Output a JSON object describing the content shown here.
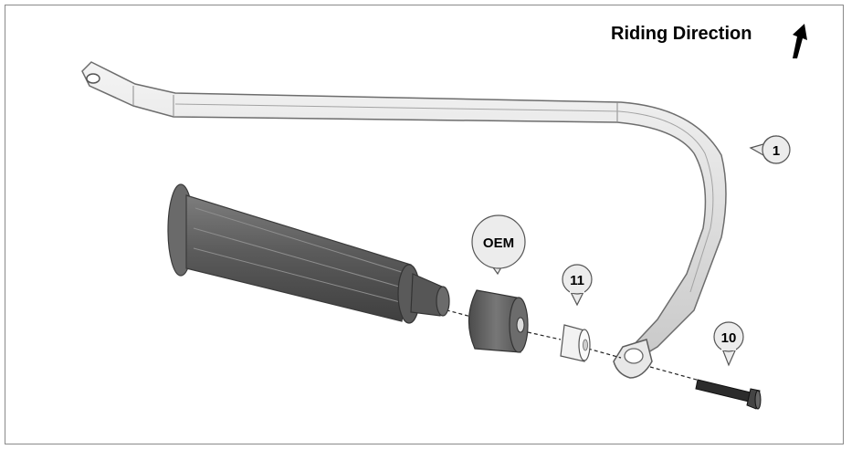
{
  "heading": {
    "text": "Riding Direction"
  },
  "callouts": {
    "part1": "1",
    "oem": "OEM",
    "part11": "11",
    "part10": "10"
  },
  "icons": {
    "direction": "arrow-up-icon"
  },
  "colors": {
    "bar_light": "#e6e6e6",
    "bar_edge": "#6d6d6d",
    "grip_dark": "#5f5f5f",
    "bubble_fill": "#ececec"
  }
}
